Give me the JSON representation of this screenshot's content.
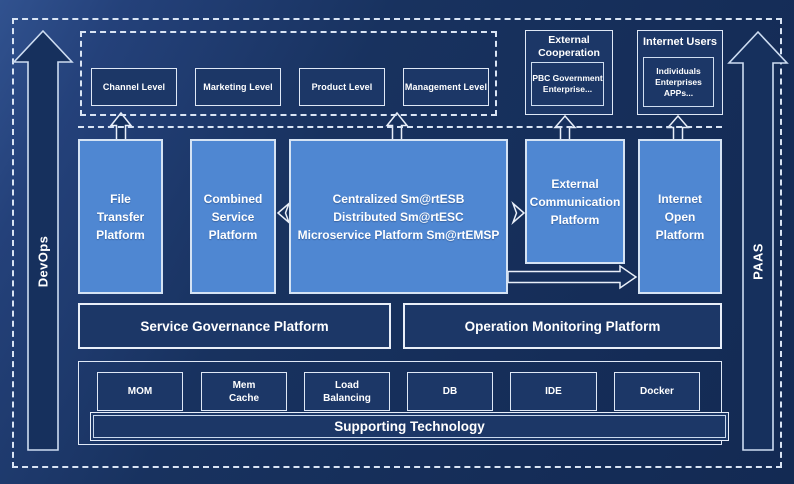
{
  "colors": {
    "background": "#18325f",
    "light_box_fill": "#4f87d2",
    "dark_box_fill": "#1c3767",
    "border_light": "#e9eff9",
    "text": "#ffffff"
  },
  "rails": {
    "left_label": "DevOps",
    "right_label": "PAAS"
  },
  "top_band": {
    "levels": [
      "Channel Level",
      "Marketing Level",
      "Product Level",
      "Management Level"
    ],
    "external_cooperation": {
      "title": "External\nCooperation",
      "inner": "PBC Government\nEnterprise..."
    },
    "internet_users": {
      "title": "Internet Users",
      "inner": "Individuals\nEnterprises\nAPPs..."
    }
  },
  "platform_row": {
    "file_transfer": "File\nTransfer\nPlatform",
    "combined_service": "Combined\nService\nPlatform",
    "esb": "Centralized Sm@rtESB\nDistributed Sm@rtESC\nMicroservice Platform Sm@rtEMSP",
    "external_communication": "External\nCommunication\nPlatform",
    "internet_open": "Internet\nOpen\nPlatform"
  },
  "governance_row": {
    "service_governance": "Service Governance Platform",
    "operation_monitoring": "Operation Monitoring Platform"
  },
  "supporting": {
    "technologies": [
      "MOM",
      "Mem\nCache",
      "Load\nBalancing",
      "DB",
      "IDE",
      "Docker"
    ],
    "bar_label": "Supporting Technology"
  }
}
